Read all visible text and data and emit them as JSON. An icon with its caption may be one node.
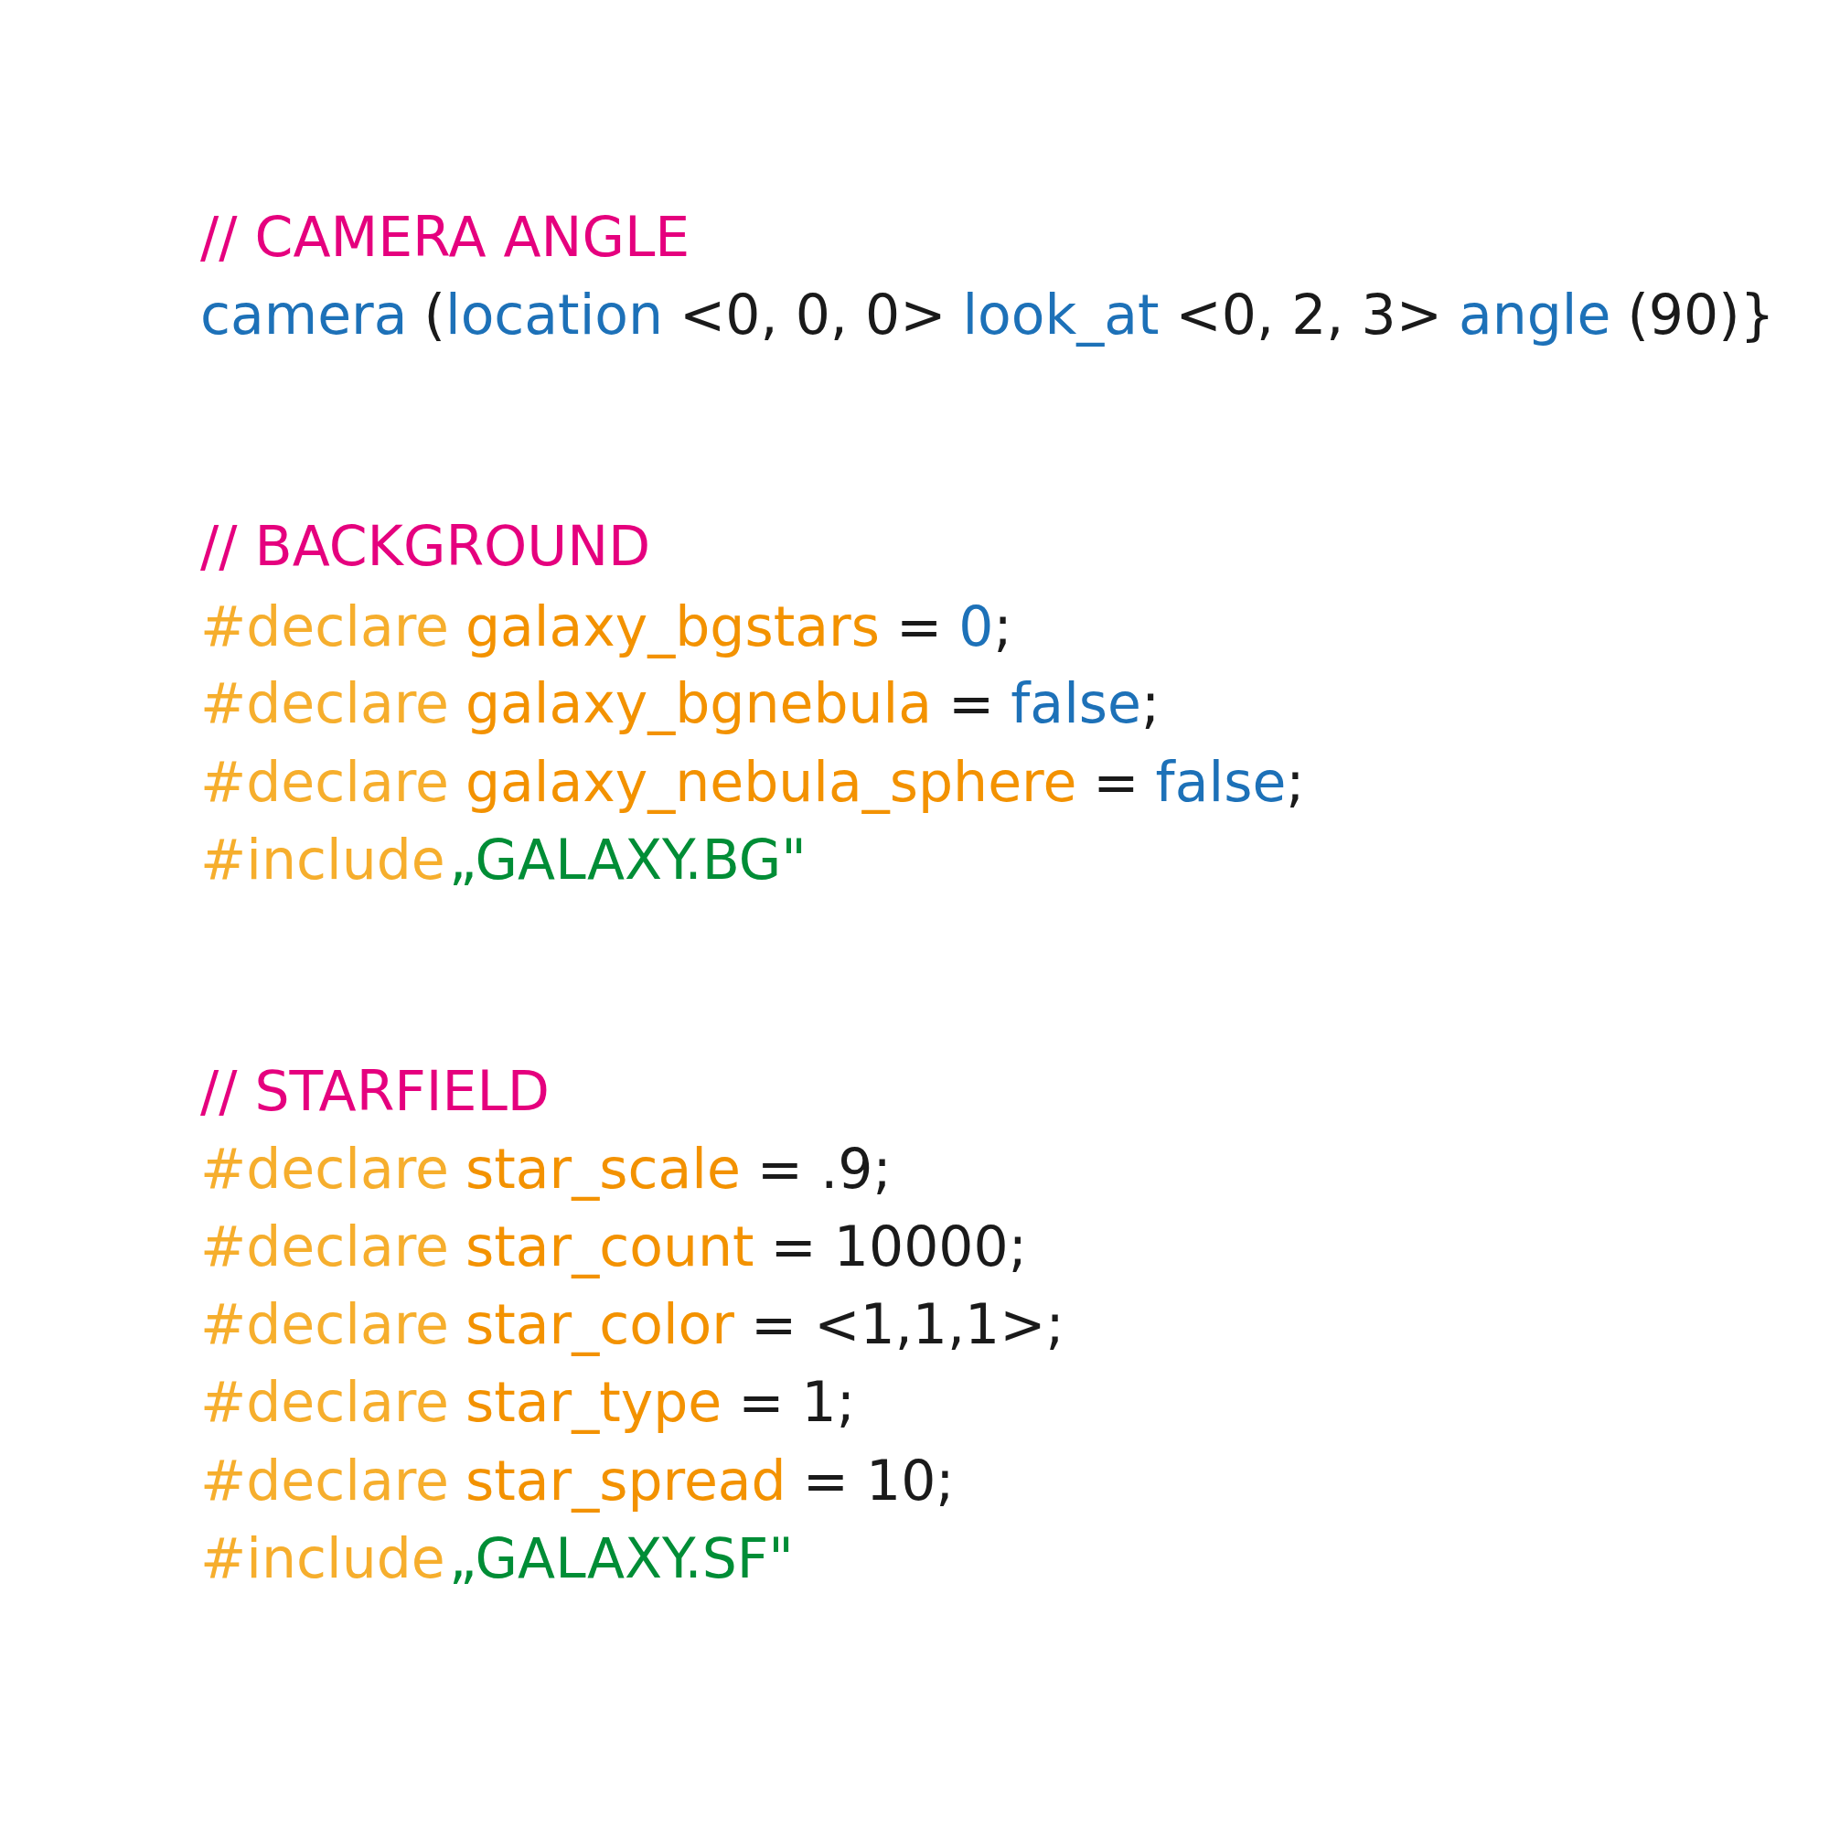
{
  "diagram": {
    "labels": [
      "// CAMERA ANGLE",
      "camera",
      "(",
      "location",
      "<0, 0, 0>",
      "look_at",
      "<0, 2, 3>",
      "angle",
      "(90)}",
      "// BACKGROUND",
      "#declare",
      "galaxy_bgstars",
      "=",
      "0",
      ";",
      "#declare",
      "galaxy_bgnebula",
      "=",
      "false",
      ";",
      "#declare",
      "galaxy_nebula_sphere",
      "=",
      "false",
      ";",
      "#include",
      "„GALAXY.BG\"",
      "// STARFIELD",
      "#declare",
      "star_scale",
      "= .9;",
      "#declare",
      "star_count",
      "= 10000;",
      "#declare",
      "star_color",
      "= <1,1,1>;",
      "#declare",
      "star_type",
      "= 1;",
      "#declare",
      "star_spread",
      "= 10;",
      "#include",
      "„GALAXY.SF\""
    ]
  }
}
